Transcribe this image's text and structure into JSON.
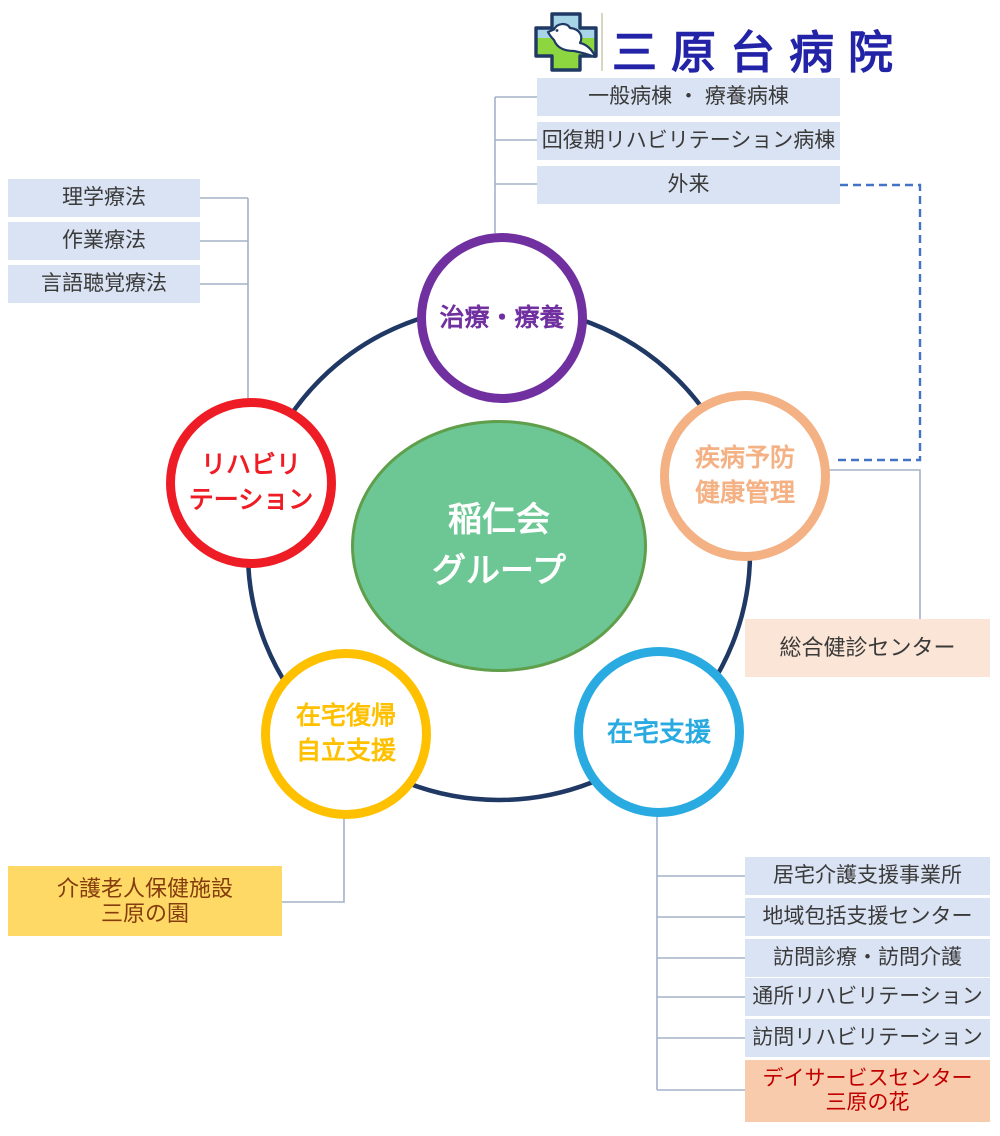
{
  "header": {
    "hospital_name": "三原台病院",
    "logo_icon": "cross-with-dove",
    "colors": {
      "name_blue": "#2323a8",
      "cross_blue": "#a8d4e8",
      "cross_green": "#8ed650",
      "outline_navy": "#1f3864"
    }
  },
  "group_center": {
    "label": "稲仁会\nグループ",
    "fill": "#6cc794",
    "border": "#5f9e4a"
  },
  "circles": [
    {
      "id": "treatment",
      "label": "治療・療養",
      "color": "#7030a0"
    },
    {
      "id": "rehabilitation",
      "label": "リハビリ\nテーション",
      "color": "#ee1c25"
    },
    {
      "id": "disease-prevention",
      "label": "疾病予防\n健康管理",
      "color": "#f4b183"
    },
    {
      "id": "home-return",
      "label": "在宅復帰\n自立支援",
      "color": "#ffc000"
    },
    {
      "id": "home-support",
      "label": "在宅支援",
      "color": "#29abe2"
    }
  ],
  "hospital_units": {
    "items": [
      "一般病棟 ・ 療養病棟",
      "回復期リハビリテーション病棟",
      "外来"
    ],
    "fill": "#dae3f3"
  },
  "rehab_units": {
    "items": [
      "理学療法",
      "作業療法",
      "言語聴覚療法"
    ],
    "fill": "#dae3f3"
  },
  "checkup_center": {
    "label": "総合健診センター",
    "fill": "#fbe5d6"
  },
  "care_facility": {
    "label": "介護老人保健施設\n三原の園",
    "fill": "#ffd966",
    "text_color": "#843c0c"
  },
  "home_services": {
    "items": [
      "居宅介護支援事業所",
      "地域包括支援センター",
      "訪問診療・訪問介護",
      "通所リハビリテーション",
      "訪問リハビリテーション"
    ],
    "highlight": {
      "label": "デイサービスセンター\n三原の花",
      "fill": "#f8cbad",
      "text_color": "#c00000"
    }
  },
  "connectors": {
    "ring_color": "#1f3864",
    "line_color": "#a3b2c8",
    "dashed_color": "#4472c4"
  }
}
